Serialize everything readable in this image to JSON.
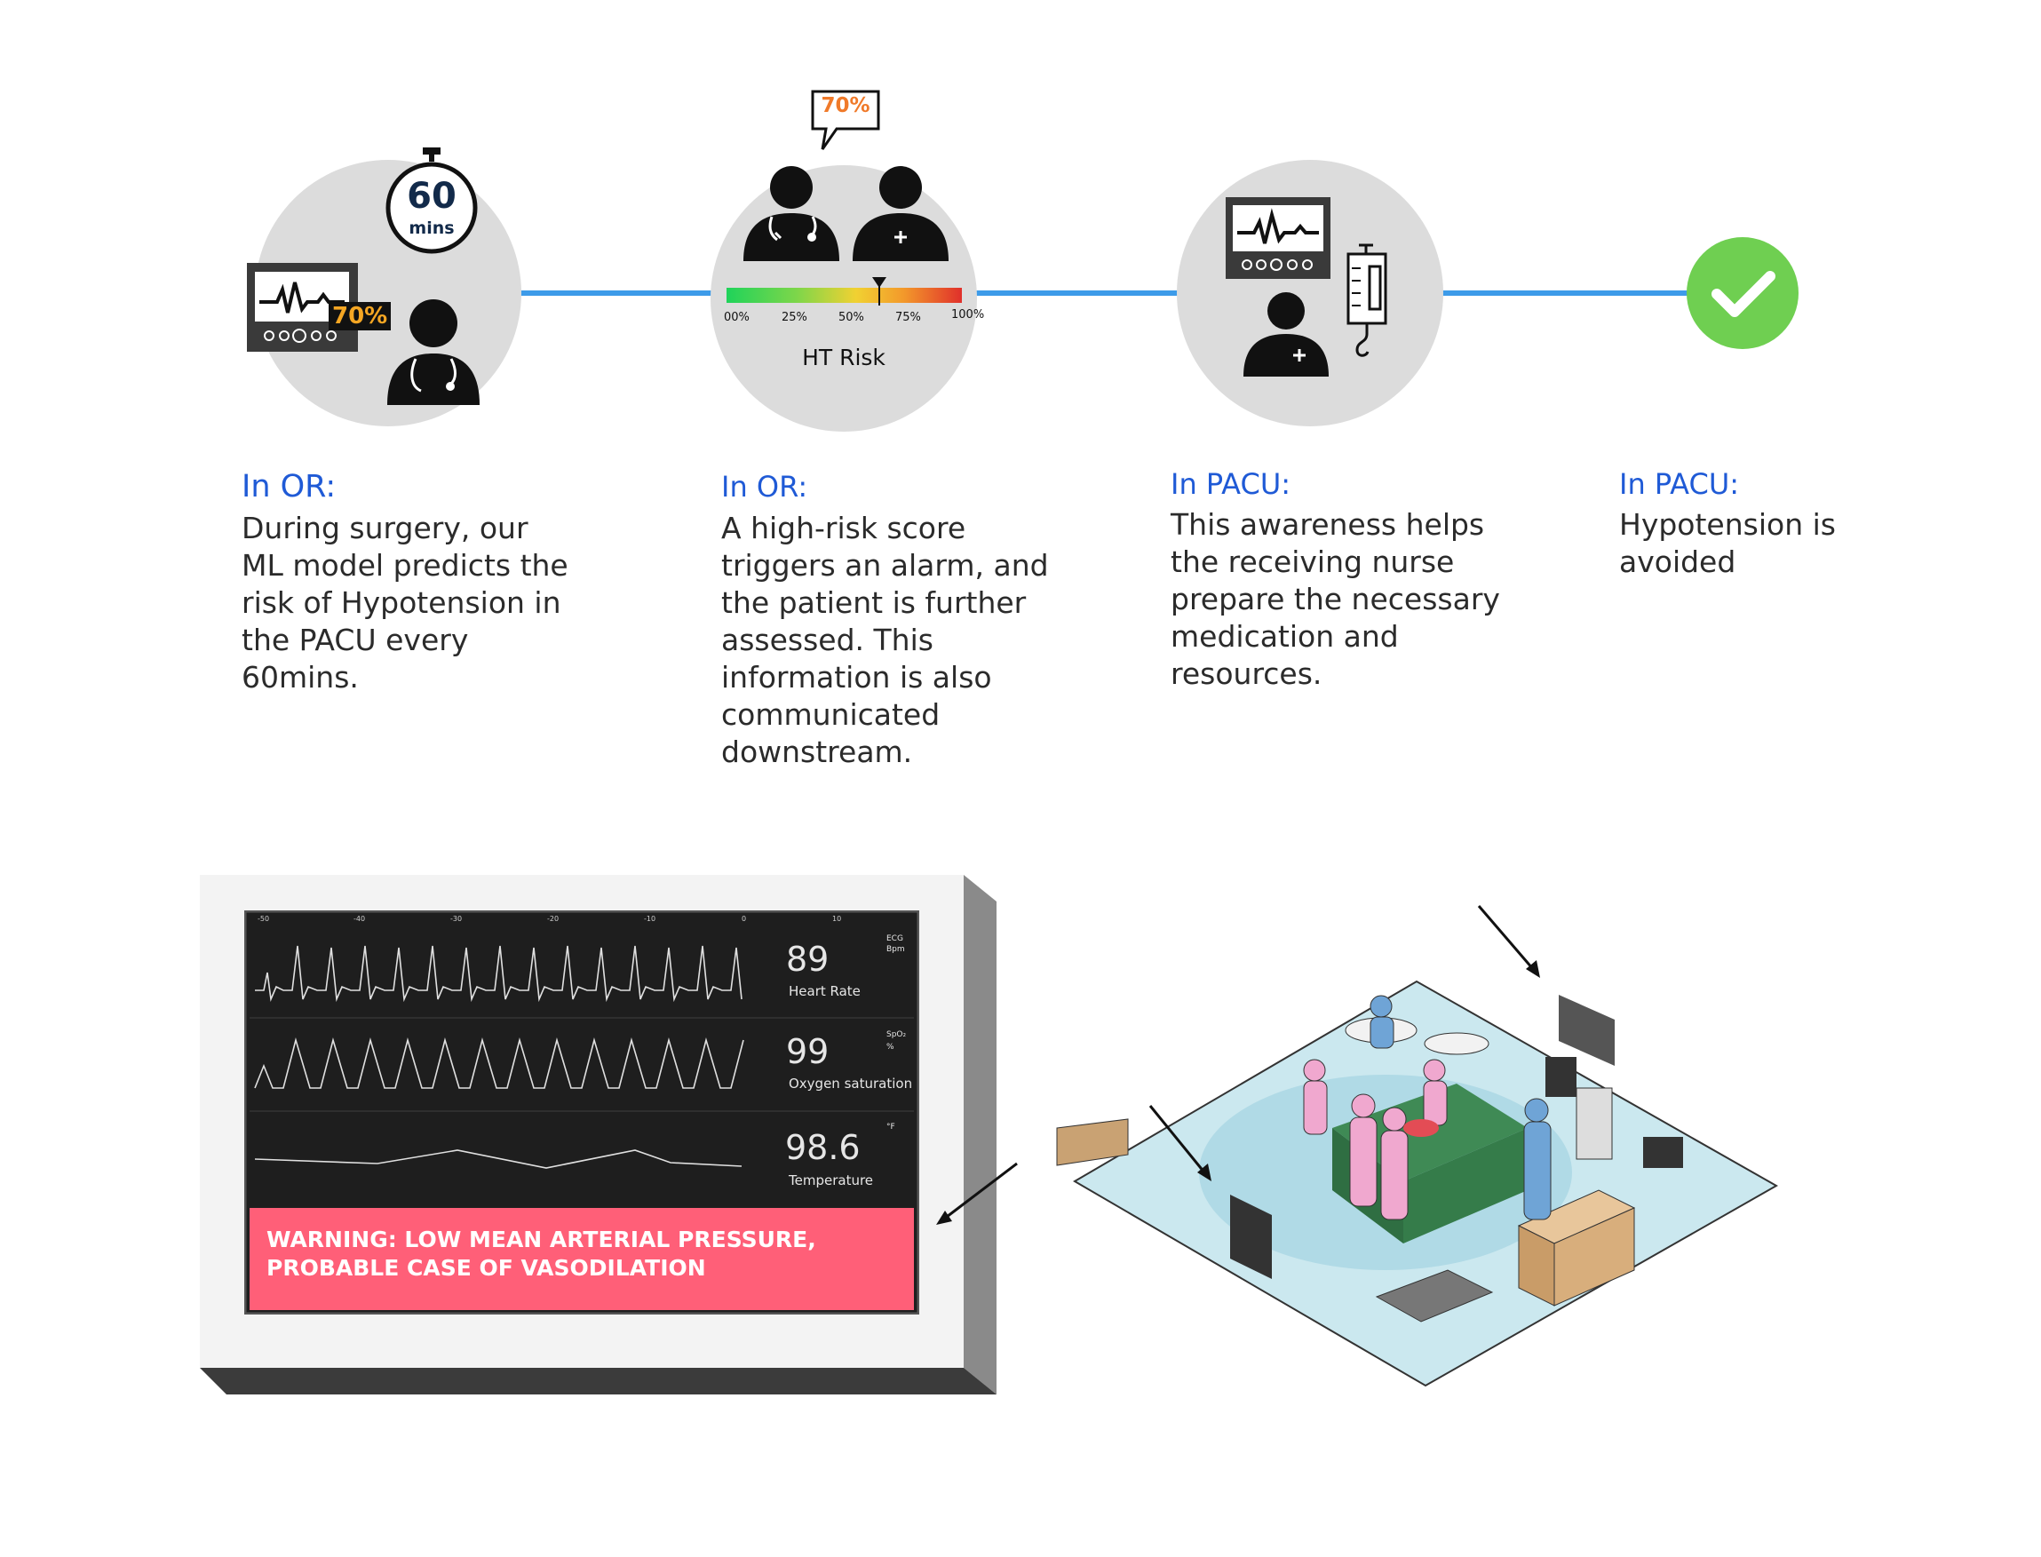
{
  "colors": {
    "accent_blue": "#1f5ad6",
    "connector": "#3d9be9",
    "orange": "#f07a2a",
    "warning_bg": "#ff5f78",
    "success_green": "#6fcf51"
  },
  "steps": [
    {
      "heading": "In OR:",
      "lines": [
        "During surgery, our",
        "ML model predicts the",
        "risk of Hypotension in",
        "the PACU every",
        "60mins."
      ]
    },
    {
      "heading": "In OR:",
      "lines": [
        "A high-risk score",
        "triggers an alarm, and",
        "the patient is further",
        "assessed. This",
        "information is also",
        "communicated",
        "downstream."
      ]
    },
    {
      "heading": "In PACU:",
      "lines": [
        "This awareness helps",
        "the receiving nurse",
        "prepare the necessary",
        "medication and",
        "resources."
      ]
    },
    {
      "heading": "In PACU:",
      "lines": [
        "Hypotension is",
        "avoided"
      ]
    }
  ],
  "timer": {
    "value": "60",
    "unit": "mins"
  },
  "monitor_badge": "70%",
  "speech_bubble": "70%",
  "risk_scale": {
    "pointer": 0.65,
    "tick_labels": [
      "00%",
      "25%",
      "50%",
      "75%",
      "100%"
    ],
    "label": "HT Risk"
  },
  "vitals_monitor": {
    "axis_ticks": [
      "-50",
      "-40",
      "-30",
      "-20",
      "-10",
      "0",
      "10"
    ],
    "rows": [
      {
        "value": "89",
        "label": "Heart Rate",
        "unit_line1": "ECG",
        "unit_line2": "Bpm"
      },
      {
        "value": "99",
        "label": "Oxygen saturation",
        "unit_line1": "SpO₂",
        "unit_line2": "%"
      },
      {
        "value": "98.6",
        "label": "Temperature",
        "unit_line1": "°F",
        "unit_line2": ""
      }
    ],
    "warning_lines": [
      "WARNING: LOW MEAN ARTERIAL PRESSURE,",
      "PROBABLE CASE OF VASODILATION"
    ]
  },
  "icons": [
    "stopwatch-icon",
    "vital-monitor-icon",
    "doctor-icon",
    "nurse-icon",
    "speech-bubble-icon",
    "iv-bag-icon",
    "checkmark-icon",
    "pointer-arrow-icon",
    "operating-room-illustration"
  ]
}
